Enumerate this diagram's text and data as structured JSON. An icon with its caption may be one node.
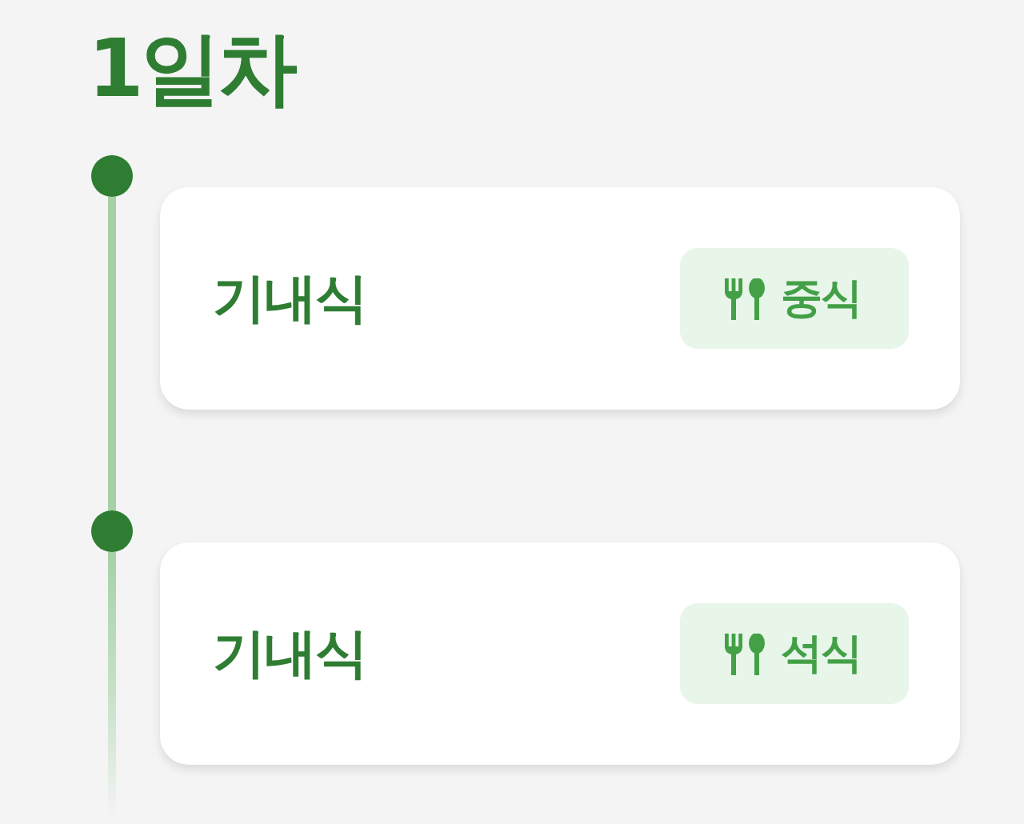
{
  "diagram": {
    "title": "1일차",
    "nodes": [
      {
        "text": [],
        "shape": "circle"
      },
      {
        "text": [
          "기내식"
        ]
      },
      {
        "text": [
          "중식"
        ],
        "in": 1
      },
      {
        "text": [],
        "shape": "circle"
      },
      {
        "text": [
          "기내식"
        ]
      },
      {
        "text": [
          "석식"
        ],
        "in": 4
      }
    ],
    "edges": [
      {
        "from": 0,
        "to": 3,
        "arrow": "none"
      },
      {
        "from": 3,
        "to": null,
        "arrow": "none"
      }
    ]
  }
}
